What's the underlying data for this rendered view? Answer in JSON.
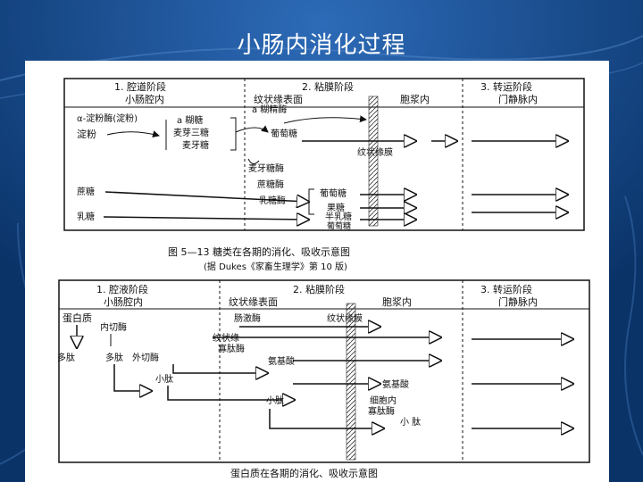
{
  "slide": {
    "title": "小肠内消化过程"
  },
  "diagram1": {
    "stage1_title": "1. 腔道阶段",
    "stage1_place": "小肠腔内",
    "stage2_title": "2. 粘膜阶段",
    "stage2_place_a": "纹状缘表面",
    "stage2_place_b": "胞浆内",
    "stage3_title": "3. 转运阶段",
    "stage3_place": "门静脉内",
    "enzyme_amylase": "α-淀粉酶(淀粉)",
    "starch": "淀粉",
    "a_dextrin": "a 糊糖",
    "maltotriose": "麦芽三糖",
    "maltose": "麦牙糖",
    "dextrinase": "a 糊精酶",
    "glucose_top": "葡萄糖",
    "brush_border_membrane": "纹状缘膜",
    "maltase": "麦牙糖酶",
    "sucrase": "蔗糖酶",
    "glucose": "葡萄糖",
    "fructose": "果糖",
    "sucrose": "蔗糖",
    "lactase": "乳糖酶",
    "galactose": "半乳糖",
    "glucose2": "葡萄糖",
    "lactose": "乳糖",
    "caption1": "图 5—13  糖类在各期的消化、吸收示意图",
    "caption2": "(据 Dukes《家畜生理学》第 10 版)"
  },
  "diagram2": {
    "stage1_title": "1. 腔液阶段",
    "stage1_place": "小肠腔内",
    "stage2_title": "2. 粘膜阶段",
    "stage2_place_a": "纹状缘表面",
    "stage2_place_b": "胞浆内",
    "stage3_title": "3. 转运阶段",
    "stage3_place": "门静脉内",
    "protein": "蛋白质",
    "endopeptidase": "内切酶",
    "enterokinase": "肠激酶",
    "brush_border_membrane": "纹状缘膜",
    "polypeptide1": "多肽",
    "polypeptide2": "多肽",
    "exopeptidase": "外切酶",
    "brush_peptidase_a": "纹状缘",
    "brush_peptidase_b": "寡肽酶",
    "amino_acid1": "氨基酸",
    "small_peptide1": "小肽",
    "amino_acid2": "氨基酸",
    "cytoplasm_a": "细胞内",
    "cytoplasm_b": "寡肽酶",
    "small_peptide2": "小肽",
    "small_peptide3": "小  肽",
    "caption": "蛋白质在各期的消化、吸收示意图"
  }
}
